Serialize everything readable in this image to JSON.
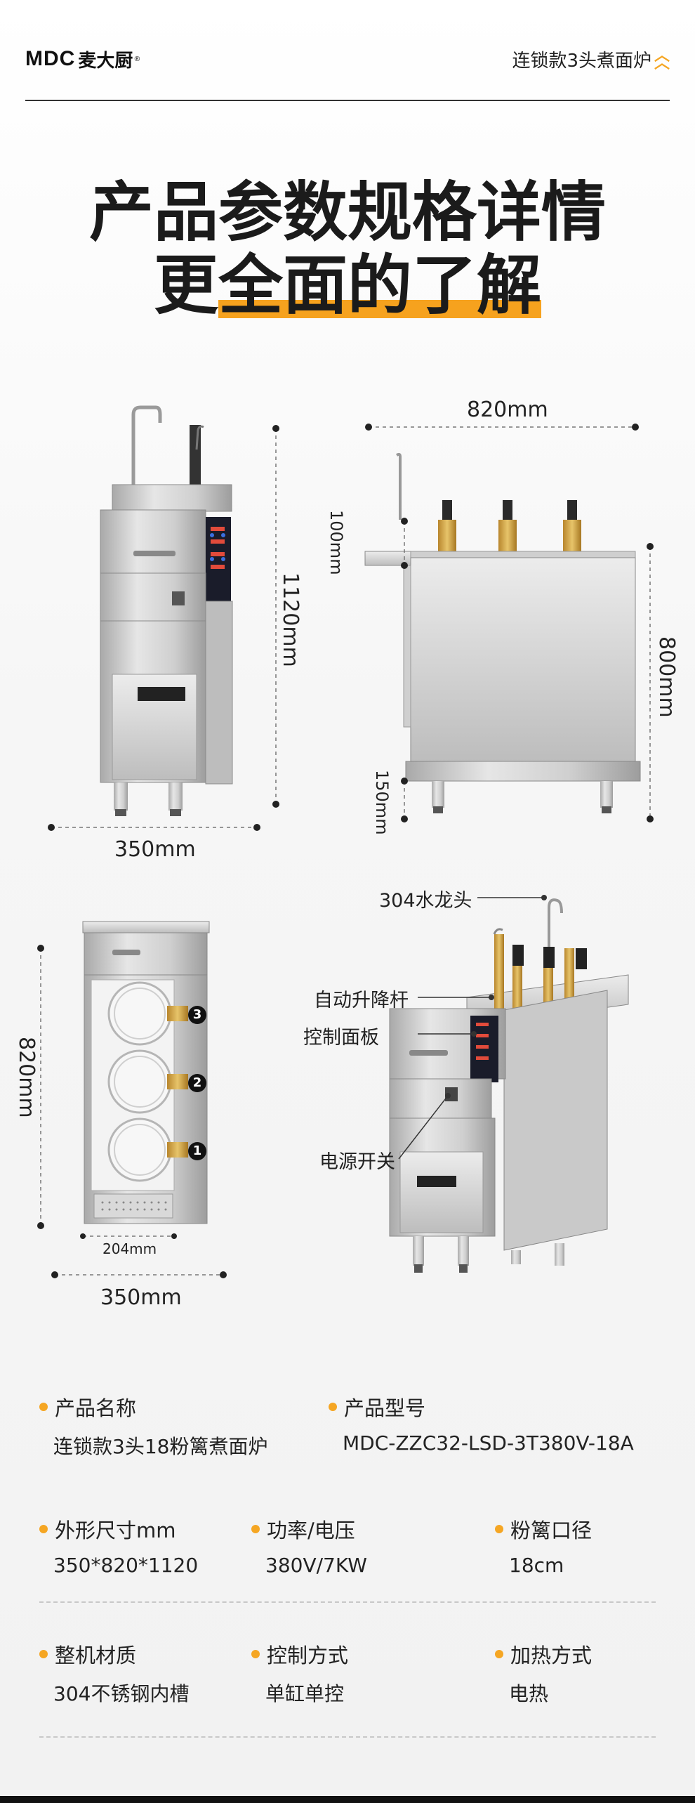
{
  "header": {
    "logo_mark": "MDC",
    "logo_cn": "麦大厨",
    "logo_reg": "®",
    "page_title": "连锁款3头煮面炉"
  },
  "hero": {
    "line1": "产品参数规格详情",
    "line2_prefix": "更",
    "line2_highlight": "全面的了解",
    "accent_color": "#f6a21e"
  },
  "dimensions": {
    "side_height": "1120mm",
    "side_width": "350mm",
    "front_width": "820mm",
    "front_top": "100mm",
    "front_height": "800mm",
    "front_bottom": "150mm",
    "top_depth": "820mm",
    "top_inner": "204mm",
    "top_width": "350mm",
    "basket_numbers": [
      "3",
      "2",
      "1"
    ]
  },
  "callouts": {
    "faucet": "304水龙头",
    "lift_rod": "自动升降杆",
    "control_panel": "控制面板",
    "power_switch": "电源开关"
  },
  "specs": {
    "row1": [
      {
        "label": "产品名称",
        "value": "连锁款3头18粉篱煮面炉"
      },
      {
        "label": "产品型号",
        "value": "MDC-ZZC32-LSD-3T380V-18A"
      }
    ],
    "row2": [
      {
        "label": "外形尺寸mm",
        "value": "350*820*1120"
      },
      {
        "label": "功率/电压",
        "value": "380V/7KW"
      },
      {
        "label": "粉篱口径",
        "value": "18cm"
      }
    ],
    "row3": [
      {
        "label": "整机材质",
        "value": "304不锈钢内槽"
      },
      {
        "label": "控制方式",
        "value": "单缸单控"
      },
      {
        "label": "加热方式",
        "value": "电热"
      }
    ]
  }
}
